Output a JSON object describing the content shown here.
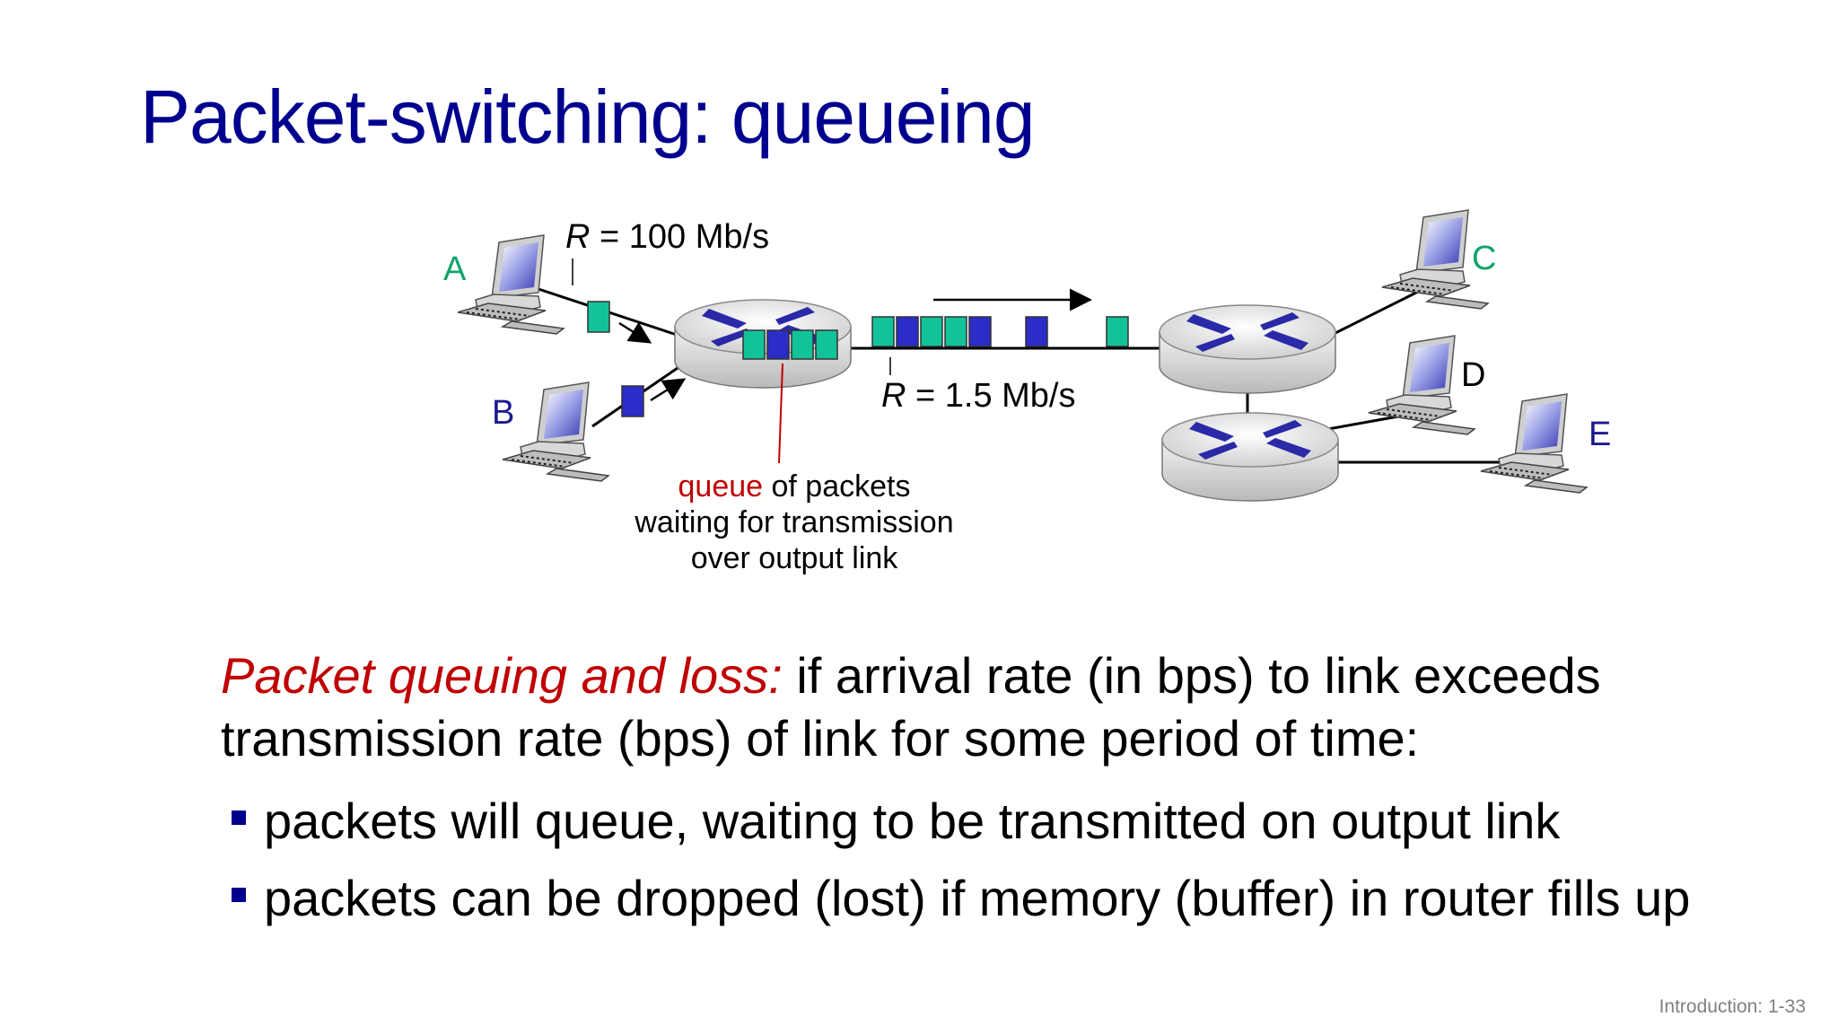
{
  "slide": {
    "title": "Packet-switching: queueing",
    "footer": "Introduction: 1-33"
  },
  "diagram": {
    "rate_in_symbol": "R",
    "rate_in_value": " = 100 Mb/s",
    "rate_out_symbol": "R",
    "rate_out_value": " = 1.5 Mb/s",
    "host_a": "A",
    "host_b": "B",
    "host_c": "C",
    "host_d": "D",
    "host_e": "E",
    "queue_word": "queue",
    "queue_rest": " of packets",
    "queue_line2": "waiting for transmission",
    "queue_line3": "over output link"
  },
  "colors": {
    "title": "#00008f",
    "accent_red": "#c00000",
    "packet_green": "#12c39a",
    "packet_blue": "#2c2cc8",
    "host_a_label": "#10a36a",
    "host_c_label": "#10a36a",
    "host_b_label": "#1a1a8f",
    "host_e_label": "#1a1a8f"
  },
  "body": {
    "lead_em": "Packet queuing and loss:",
    "lead_rest": " if arrival rate (in bps) to link exceeds transmission rate (bps) of link for some period of time:",
    "bullets": [
      "packets will queue, waiting to be transmitted on output link",
      "packets can be dropped (lost) if memory (buffer) in router fills up"
    ]
  }
}
